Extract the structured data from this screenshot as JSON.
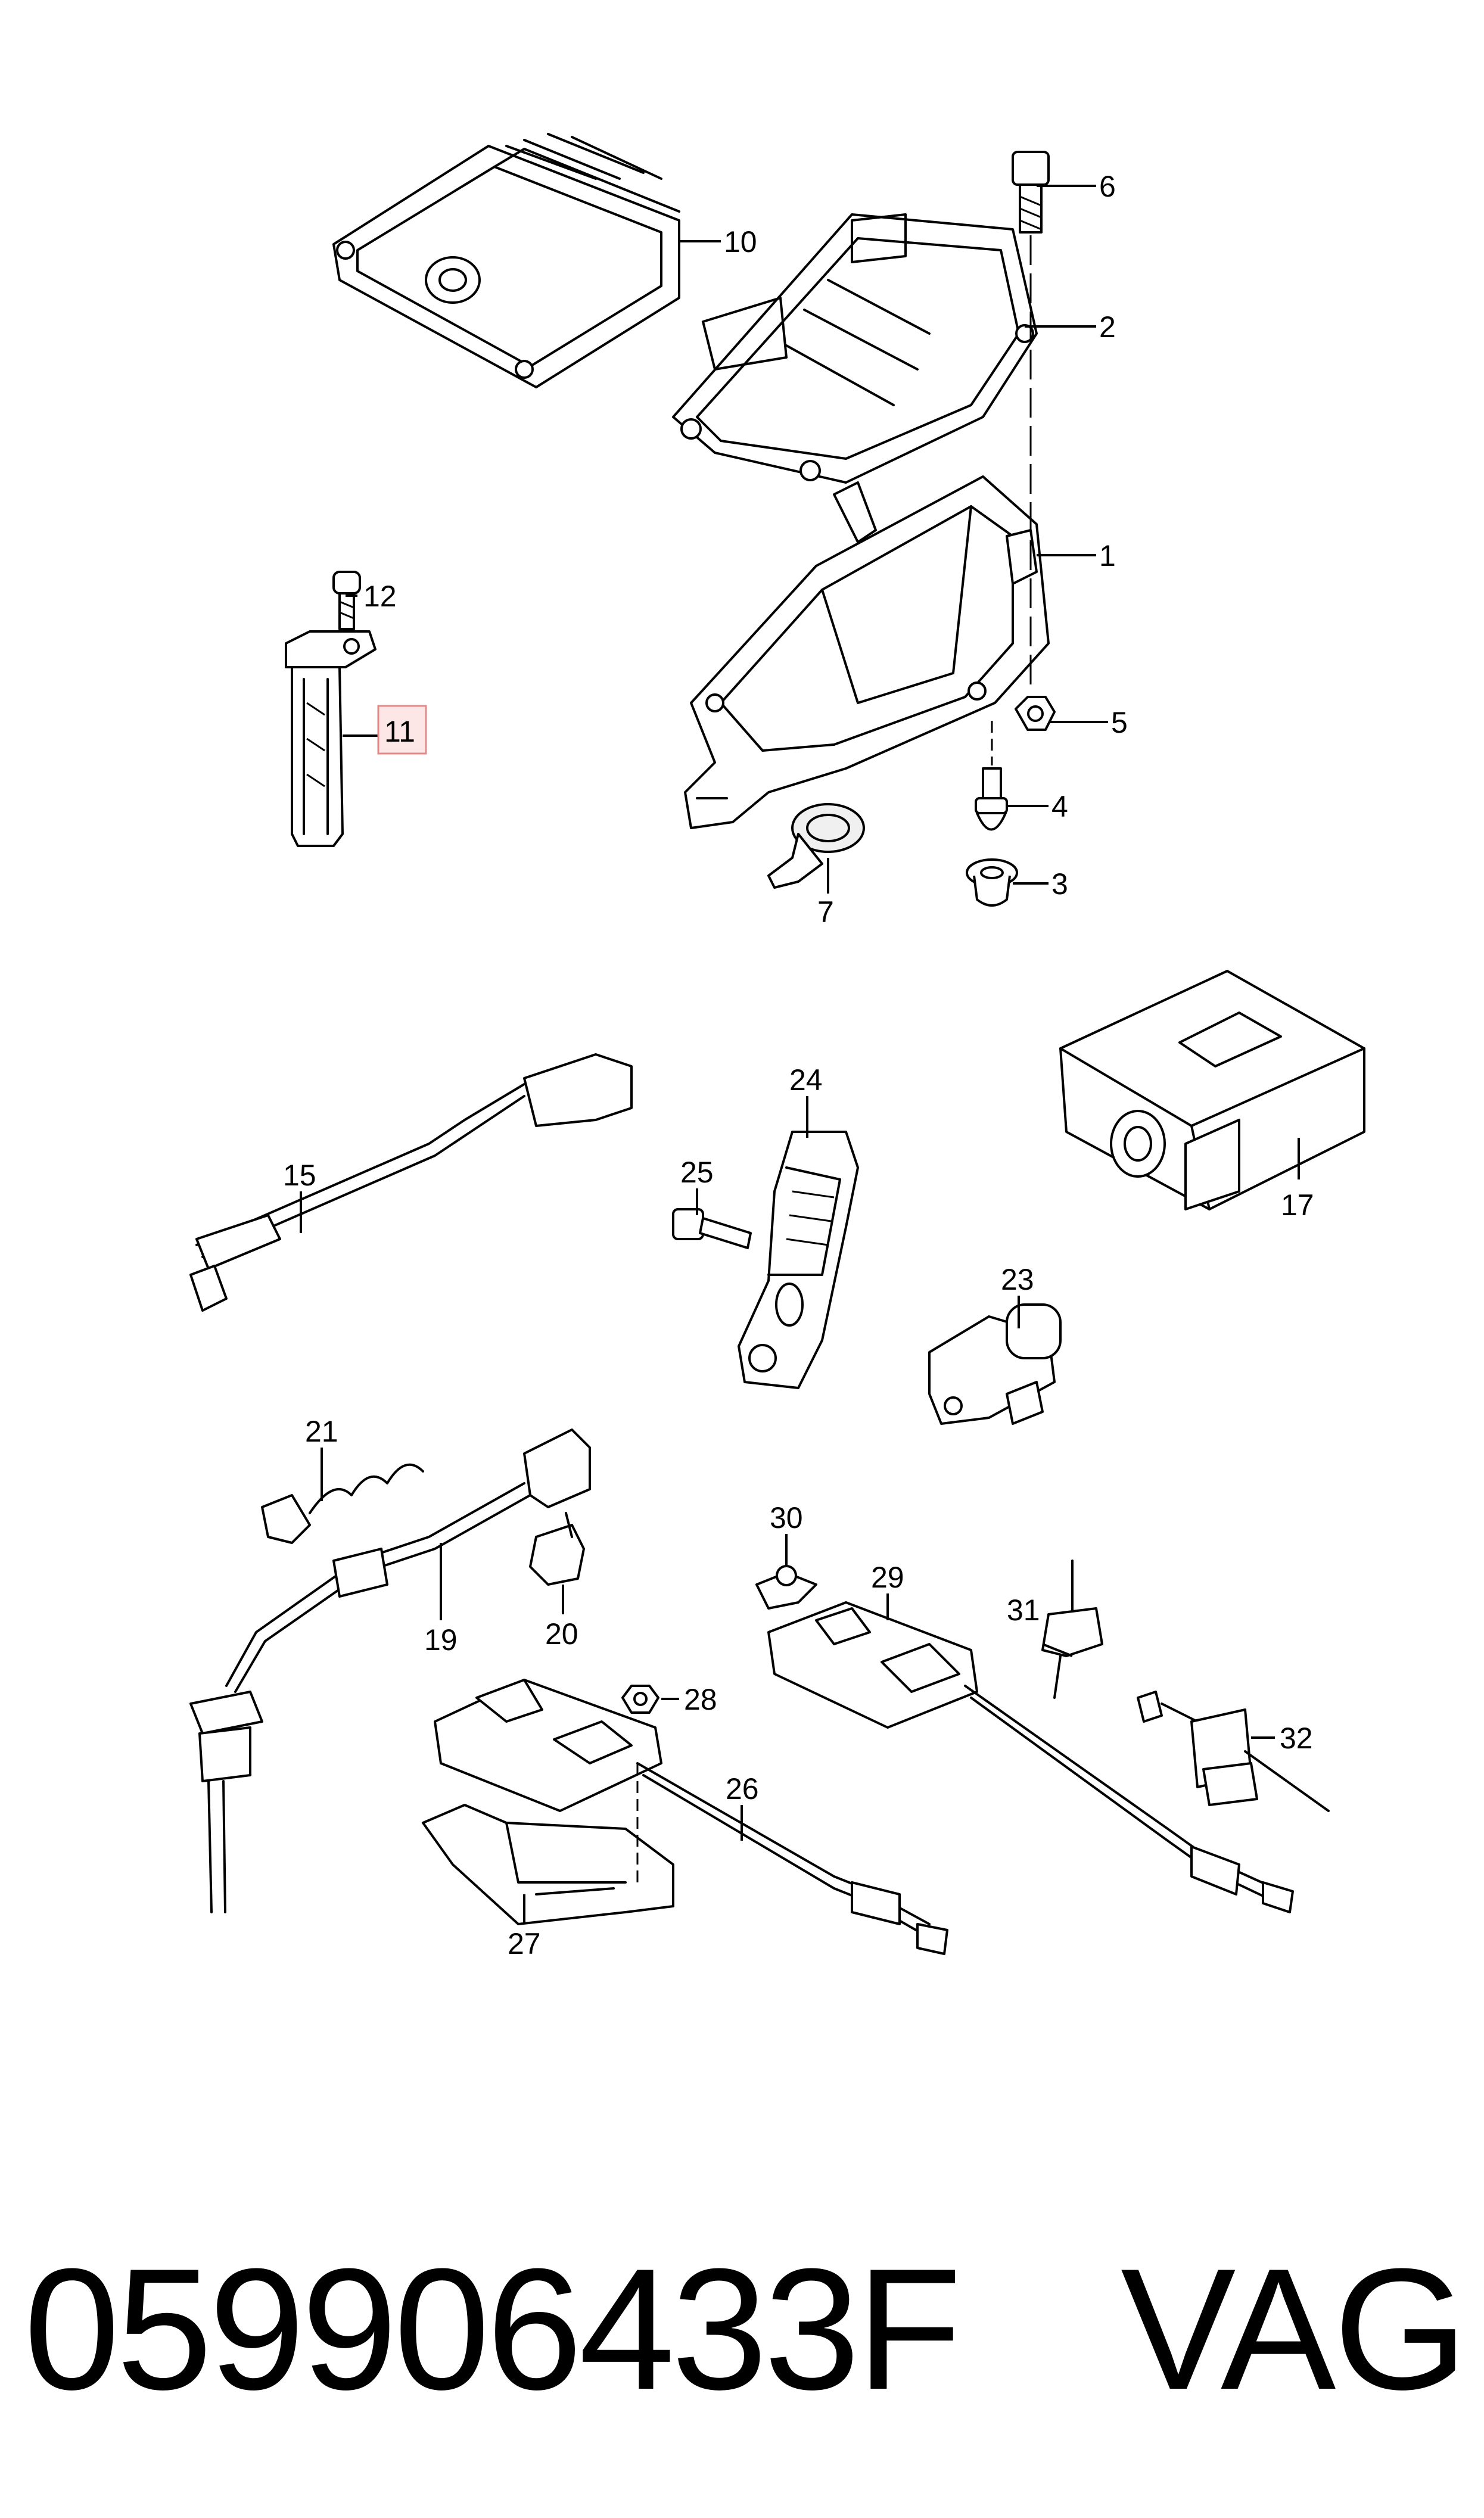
{
  "diagram": {
    "callouts": [
      {
        "id": "1",
        "label": "1"
      },
      {
        "id": "2",
        "label": "2"
      },
      {
        "id": "3",
        "label": "3"
      },
      {
        "id": "4",
        "label": "4"
      },
      {
        "id": "5",
        "label": "5"
      },
      {
        "id": "6",
        "label": "6"
      },
      {
        "id": "7",
        "label": "7"
      },
      {
        "id": "10",
        "label": "10"
      },
      {
        "id": "11",
        "label": "11",
        "highlighted": true
      },
      {
        "id": "12",
        "label": "12"
      },
      {
        "id": "15",
        "label": "15"
      },
      {
        "id": "17",
        "label": "17"
      },
      {
        "id": "19",
        "label": "19"
      },
      {
        "id": "20",
        "label": "20"
      },
      {
        "id": "21",
        "label": "21"
      },
      {
        "id": "23",
        "label": "23"
      },
      {
        "id": "24",
        "label": "24"
      },
      {
        "id": "25",
        "label": "25"
      },
      {
        "id": "26",
        "label": "26"
      },
      {
        "id": "27",
        "label": "27"
      },
      {
        "id": "28",
        "label": "28"
      },
      {
        "id": "29",
        "label": "29"
      },
      {
        "id": "30",
        "label": "30"
      },
      {
        "id": "31",
        "label": "31"
      },
      {
        "id": "32",
        "label": "32"
      }
    ],
    "highlight_color": "#fde6e6"
  },
  "footer": {
    "part_number": "059906433F",
    "brand": "VAG"
  }
}
